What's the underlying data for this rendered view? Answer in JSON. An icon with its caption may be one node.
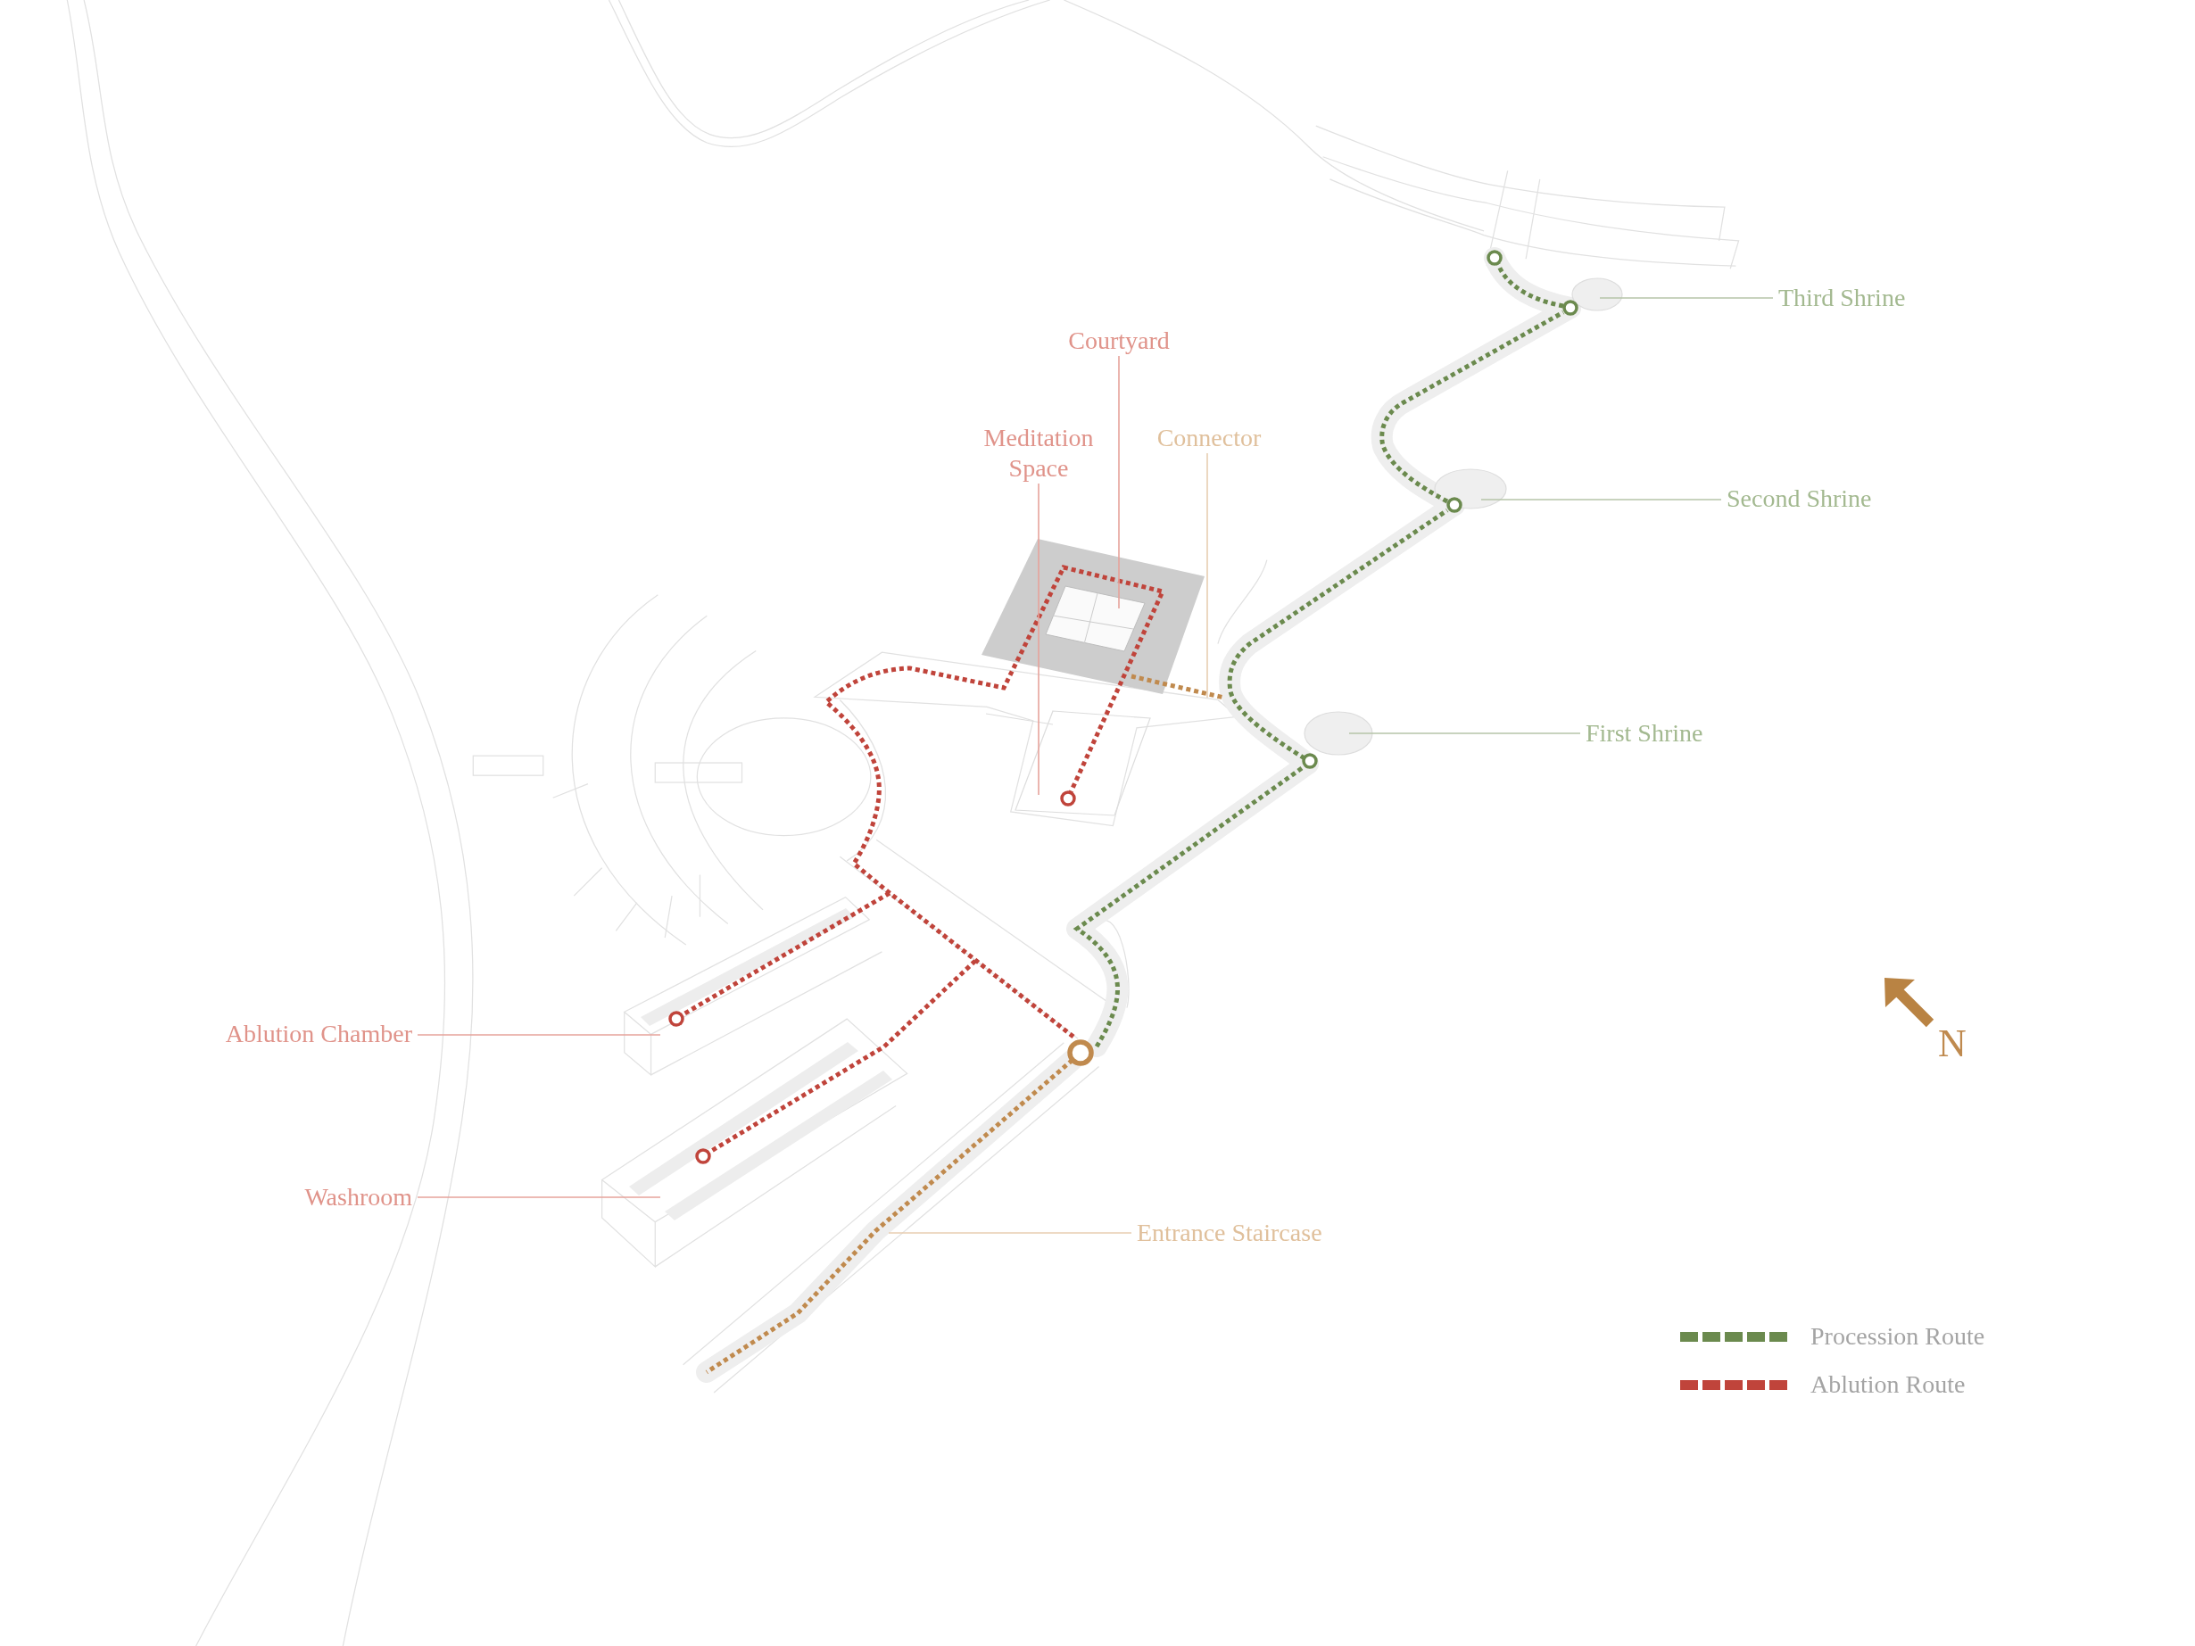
{
  "diagram": {
    "nodes": [
      {
        "text": [
          "Third Shrine"
        ]
      },
      {
        "text": [
          "Courtyard"
        ]
      },
      {
        "text": [
          "Meditation Space"
        ]
      },
      {
        "text": [
          "Connector"
        ]
      },
      {
        "text": [
          "Second Shrine"
        ]
      },
      {
        "text": [
          "First Shrine"
        ]
      },
      {
        "text": [
          "Ablution Chamber"
        ]
      },
      {
        "text": [
          "Washroom"
        ]
      },
      {
        "text": [
          "Entrance Staircase"
        ]
      }
    ],
    "edges": [
      {
        "from": 0,
        "to": null,
        "arrow": "none",
        "color": "#b6c5a8"
      },
      {
        "from": 1,
        "to": null,
        "arrow": "none"
      },
      {
        "from": 2,
        "to": null,
        "arrow": "none"
      },
      {
        "from": 3,
        "to": null,
        "arrow": "none",
        "color": "#e8ceb2"
      },
      {
        "from": 4,
        "to": null,
        "arrow": "none",
        "color": "#b6c5a8"
      },
      {
        "from": 5,
        "to": null,
        "arrow": "none",
        "color": "#b6c5a8"
      },
      {
        "from": 6,
        "to": null,
        "arrow": "none"
      },
      {
        "from": 7,
        "to": null,
        "arrow": "none"
      },
      {
        "from": 8,
        "to": null,
        "arrow": "none",
        "color": "#e8ceb2"
      }
    ],
    "labels": [
      "N"
    ],
    "legend": [
      {
        "text": "Procession Route",
        "color": "#6b8a4e"
      },
      {
        "text": "Ablution Route",
        "color": "#c0443b"
      }
    ]
  }
}
